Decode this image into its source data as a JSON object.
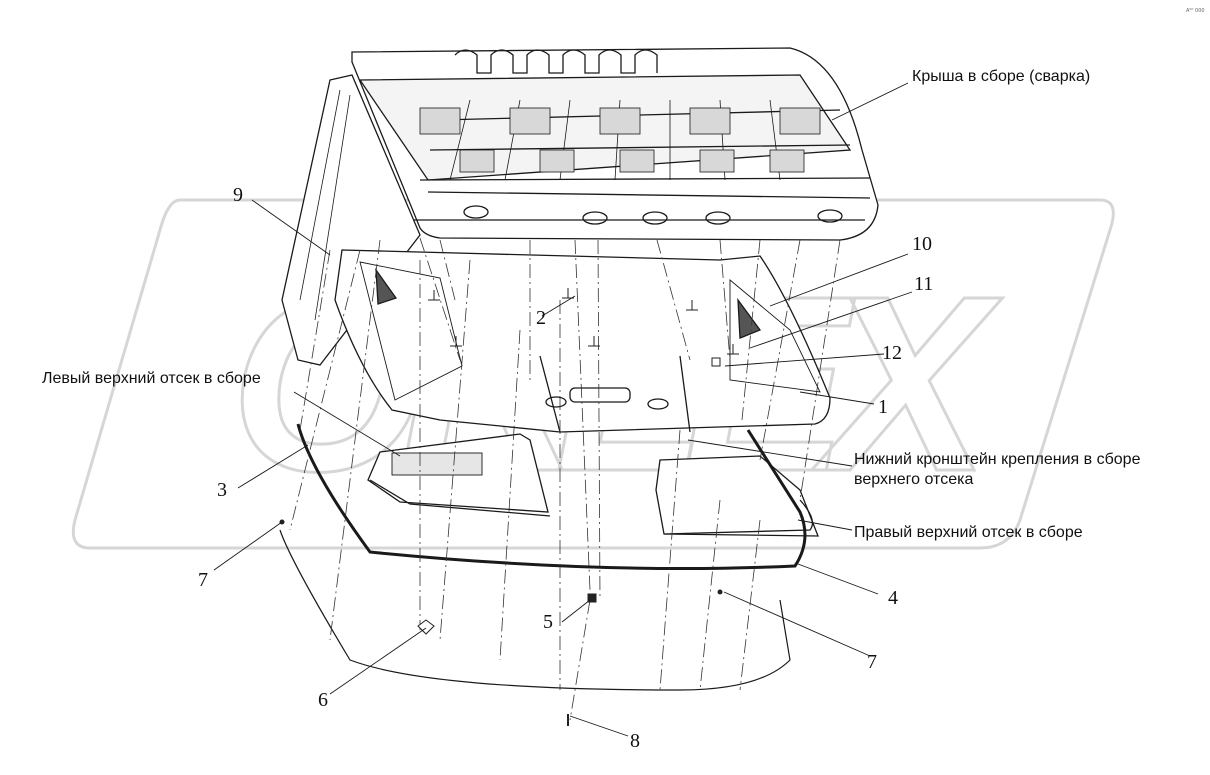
{
  "corner_mark": "A⁰⁰ 000",
  "watermark": {
    "text": "ORLEX",
    "color": "#d9d9d9"
  },
  "colors": {
    "line": "#1a1a1a",
    "panel_fill": "#f4f4f4",
    "shade": "#9a9a9a"
  },
  "labels": {
    "roof_assembly": "Крыша в сборе (сварка)",
    "left_upper_compartment": "Левый верхний отсек в сборе",
    "lower_bracket": "Нижний кронштейн крепления в сборе верхнего отсека",
    "right_upper_compartment": "Правый верхний отсек в сборе"
  },
  "callouts": {
    "c1": "1",
    "c2": "2",
    "c3": "3",
    "c4": "4",
    "c5": "5",
    "c6": "6",
    "c7a": "7",
    "c7b": "7",
    "c8": "8",
    "c9": "9",
    "c10": "10",
    "c11": "11",
    "c12": "12"
  }
}
